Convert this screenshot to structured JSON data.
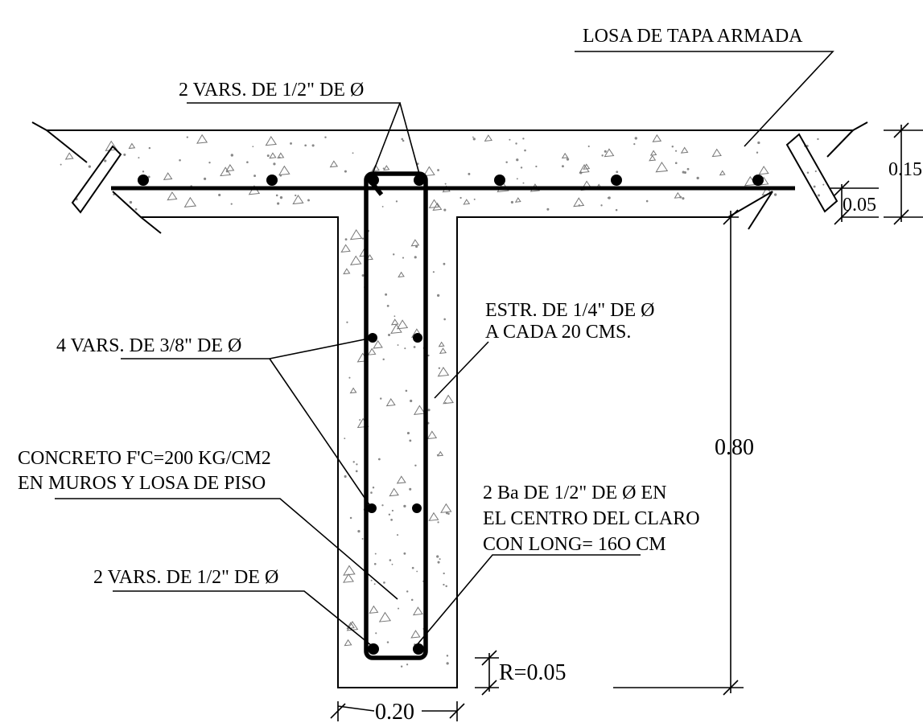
{
  "labels": {
    "losa_tapa": "LOSA DE TAPA ARMADA",
    "vars_top": "2 VARS. DE 1/2\" DE Ø",
    "estr_1": "ESTR. DE 1/4\" DE Ø",
    "estr_2": "A CADA 20 CMS.",
    "vars_mid": "4 VARS. DE 3/8\" DE Ø",
    "concreto_1": "CONCRETO F'C=200 KG/CM2",
    "concreto_2": "EN MUROS Y LOSA DE PISO",
    "ba_1": "2 Ba DE 1/2\" DE Ø EN",
    "ba_2": "EL CENTRO DEL CLARO",
    "ba_3": "CON LONG= 16O CM",
    "vars_bot": "2 VARS. DE 1/2\" DE Ø"
  },
  "dimensions": {
    "slab_thickness": "0.15",
    "cover_top": "0.05",
    "wall_height": "0.80",
    "cover_bottom": "R=0.05",
    "wall_width": "0.20"
  }
}
